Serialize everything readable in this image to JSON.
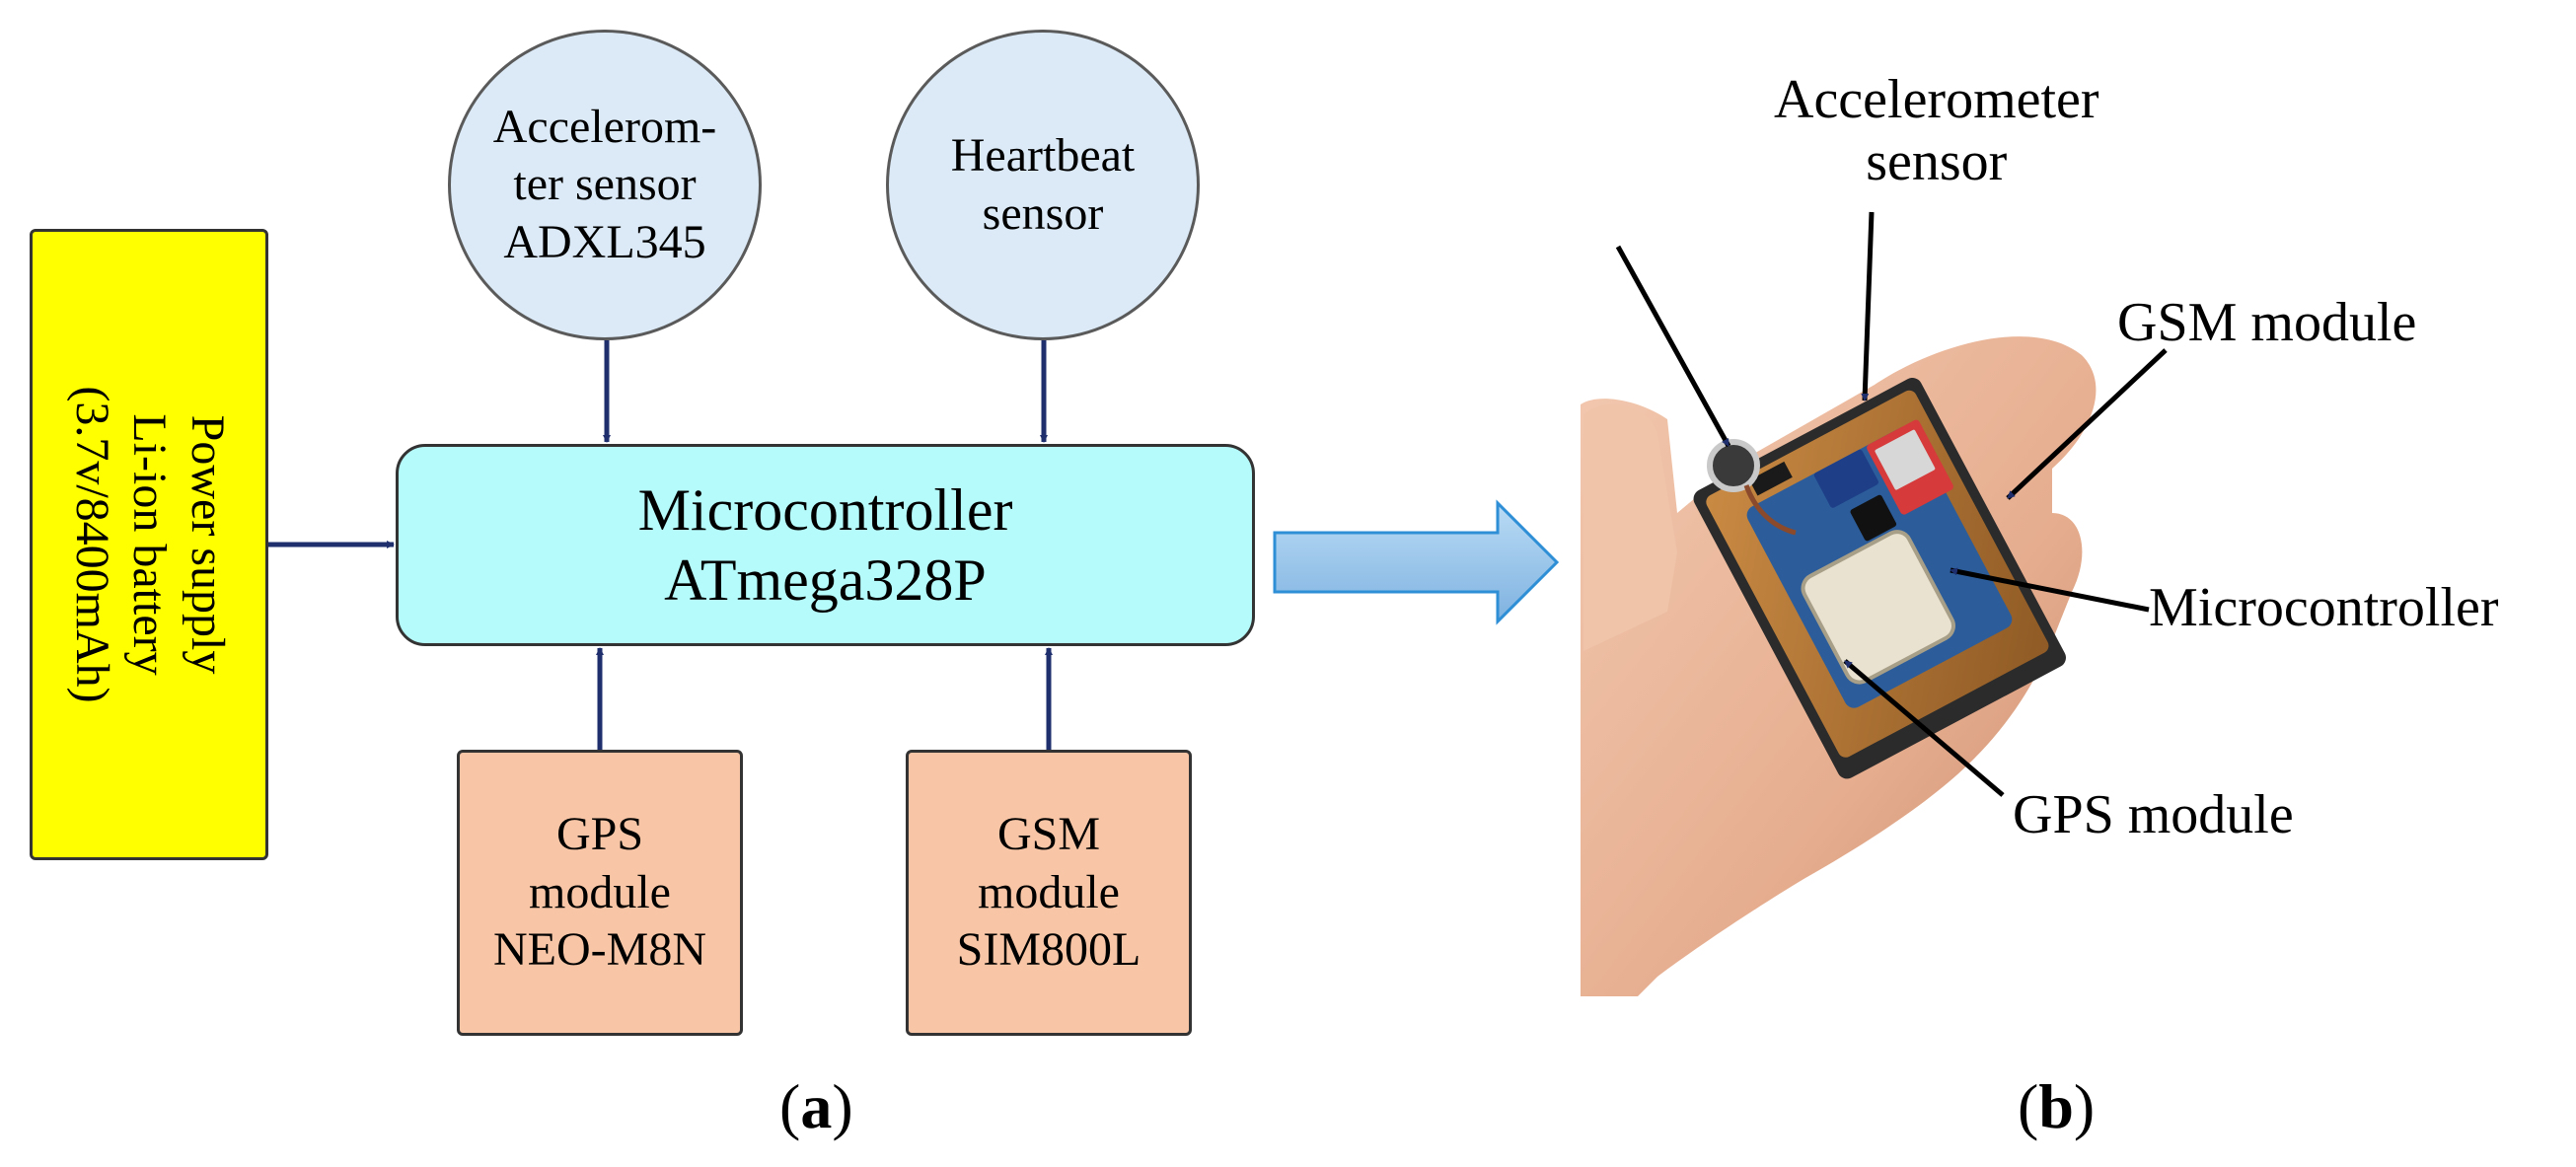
{
  "panel_a": {
    "accelerometer": {
      "lines": [
        "Accelerom-",
        "ter sensor",
        "ADXL345"
      ]
    },
    "heartbeat": {
      "lines": [
        "Heartbeat",
        "sensor"
      ]
    },
    "microcontroller": {
      "lines": [
        "Microcontroller",
        "ATmega328P"
      ]
    },
    "power": {
      "lines": [
        "Power supply",
        "Li-ion battery",
        "(3.7v/8400mAh)"
      ]
    },
    "gps": {
      "lines": [
        "GPS",
        "module",
        "NEO-M8N"
      ]
    },
    "gsm": {
      "lines": [
        "GSM",
        "module",
        "SIM800L"
      ]
    },
    "caption": {
      "open": "(",
      "letter": "a",
      "close": ")"
    }
  },
  "panel_b": {
    "labels": {
      "accelerometer": [
        "Accelerometer",
        "sensor"
      ],
      "gsm": "GSM module",
      "microcontroller": "Microcontroller",
      "gps": "GPS module"
    },
    "caption": {
      "open": "(",
      "letter": "b",
      "close": ")"
    }
  },
  "colors": {
    "sensor_fill": "#dbeaf6",
    "module_fill": "#f8c6a6",
    "mcu_fill": "#b6fbfb",
    "power_fill": "#ffff00",
    "connector": "#1f2f6e",
    "big_arrow": "#8fc0e8"
  }
}
